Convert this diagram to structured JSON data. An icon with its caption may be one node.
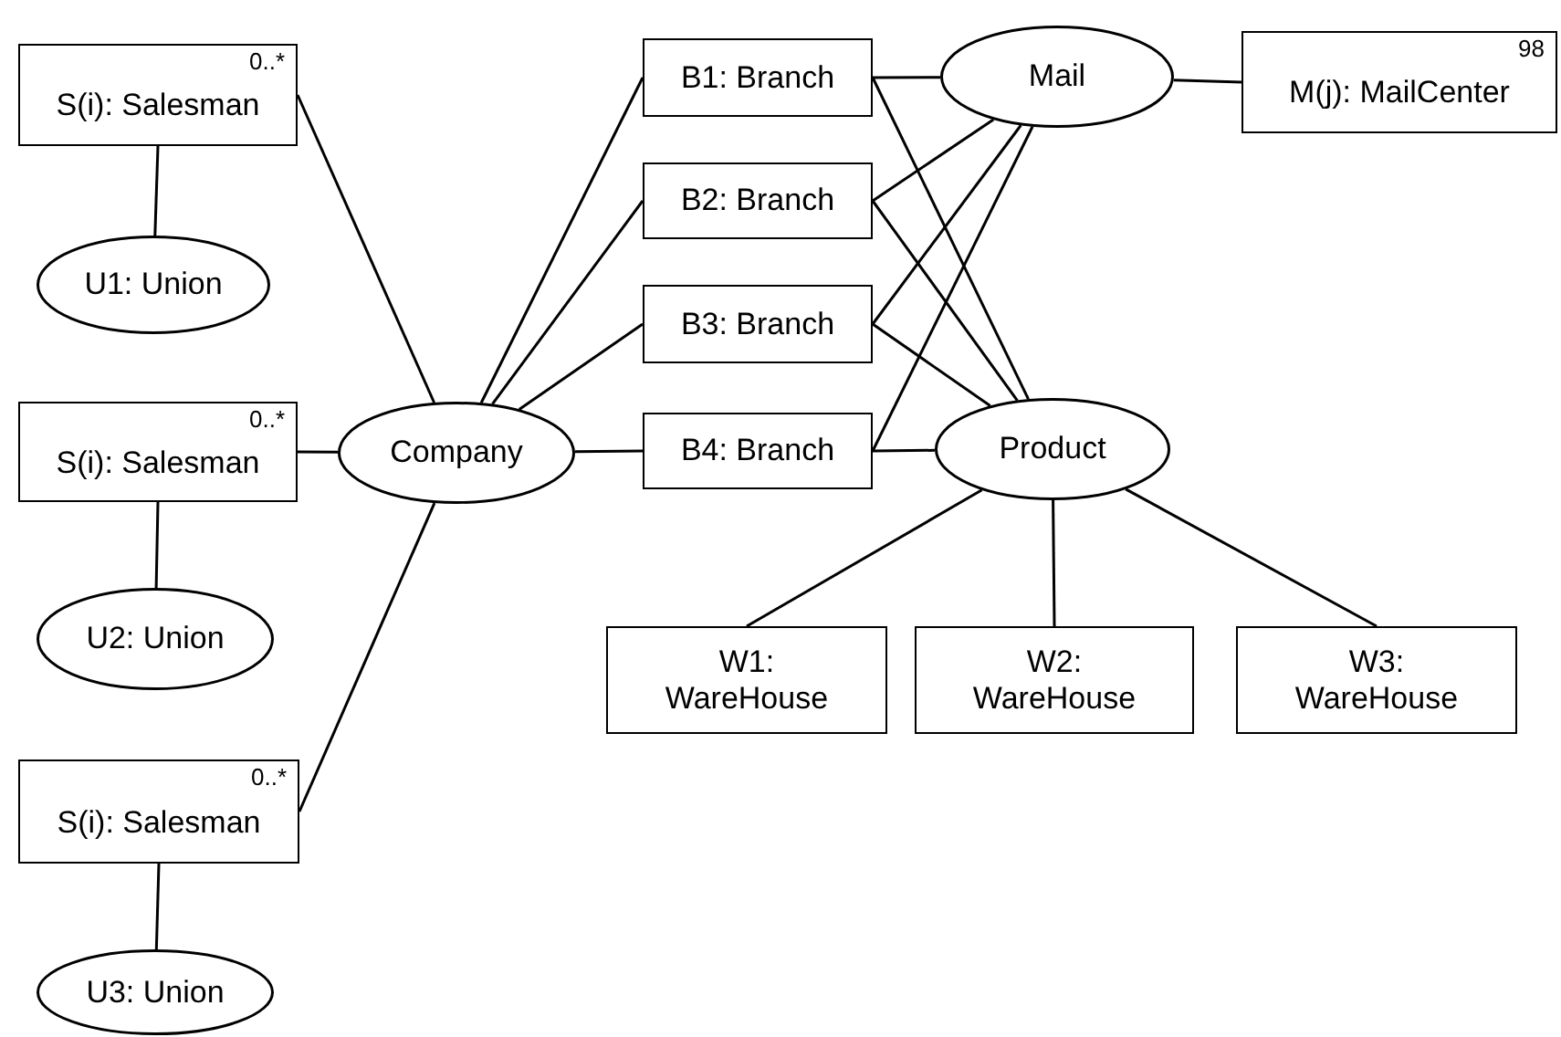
{
  "diagram": {
    "nodes": [
      {
        "text": [
          "0..*",
          "S(i): Salesman"
        ]
      },
      {
        "text": [
          "U1: Union"
        ]
      },
      {
        "text": [
          "0..*",
          "S(i): Salesman"
        ]
      },
      {
        "text": [
          "U2: Union"
        ]
      },
      {
        "text": [
          "0..*",
          "S(i): Salesman"
        ]
      },
      {
        "text": [
          "U3: Union"
        ]
      },
      {
        "text": [
          "Company"
        ]
      },
      {
        "text": [
          "B1: Branch"
        ]
      },
      {
        "text": [
          "B2: Branch"
        ]
      },
      {
        "text": [
          "B3: Branch"
        ]
      },
      {
        "text": [
          "B4: Branch"
        ]
      },
      {
        "text": [
          "Mail"
        ]
      },
      {
        "text": [
          "98",
          "M(j): MailCenter"
        ]
      },
      {
        "text": [
          "Product"
        ]
      },
      {
        "text": [
          "W1: WareHouse"
        ]
      },
      {
        "text": [
          "W2: WareHouse"
        ]
      },
      {
        "text": [
          "W3: WareHouse"
        ]
      }
    ],
    "edges": [
      {
        "from": 0,
        "to": 1,
        "arrow": "none"
      },
      {
        "from": 0,
        "to": 6,
        "arrow": "none"
      },
      {
        "from": 2,
        "to": 6,
        "arrow": "none"
      },
      {
        "from": 2,
        "to": 3,
        "arrow": "none"
      },
      {
        "from": 4,
        "to": 6,
        "arrow": "none"
      },
      {
        "from": 4,
        "to": 5,
        "arrow": "none"
      },
      {
        "from": 6,
        "to": 7,
        "arrow": "none"
      },
      {
        "from": 6,
        "to": 8,
        "arrow": "none"
      },
      {
        "from": 6,
        "to": 9,
        "arrow": "none"
      },
      {
        "from": 6,
        "to": 10,
        "arrow": "none"
      },
      {
        "from": 7,
        "to": 11,
        "arrow": "none"
      },
      {
        "from": 8,
        "to": 11,
        "arrow": "none"
      },
      {
        "from": 9,
        "to": 11,
        "arrow": "none"
      },
      {
        "from": 10,
        "to": 11,
        "arrow": "none"
      },
      {
        "from": 7,
        "to": 13,
        "arrow": "none"
      },
      {
        "from": 8,
        "to": 13,
        "arrow": "none"
      },
      {
        "from": 9,
        "to": 13,
        "arrow": "none"
      },
      {
        "from": 10,
        "to": 13,
        "arrow": "none"
      },
      {
        "from": 11,
        "to": 12,
        "arrow": "none"
      },
      {
        "from": 13,
        "to": 14,
        "arrow": "none"
      },
      {
        "from": 13,
        "to": 15,
        "arrow": "none"
      },
      {
        "from": 13,
        "to": 16,
        "arrow": "none"
      }
    ]
  }
}
